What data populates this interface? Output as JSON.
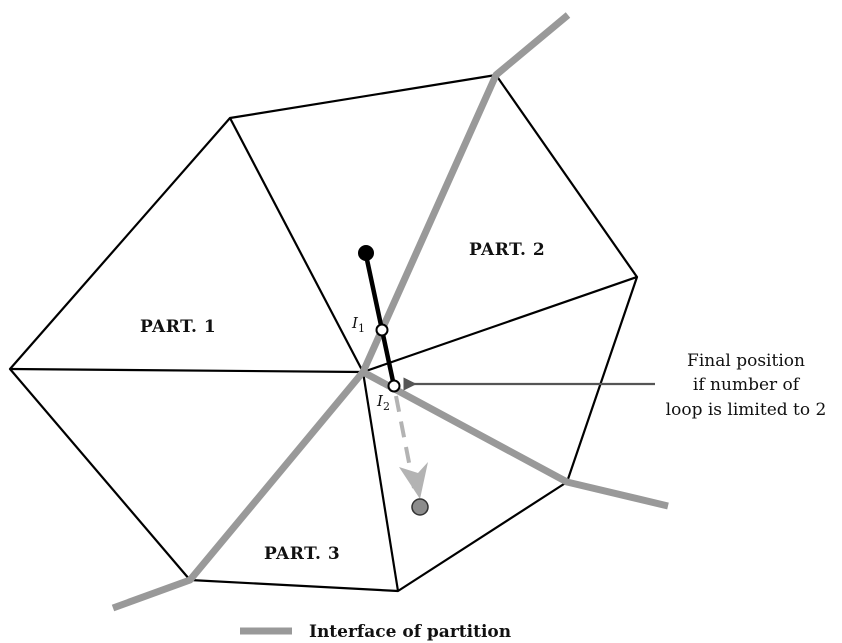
{
  "parts": [
    {
      "label": "PART. 1"
    },
    {
      "label": "PART. 2"
    },
    {
      "label": "PART. 3"
    }
  ],
  "intersections": [
    {
      "letter": "I",
      "sub": "1"
    },
    {
      "letter": "I",
      "sub": "2"
    }
  ],
  "annotation": {
    "lines": [
      "Final position",
      "if number of",
      "loop is limited to 2"
    ]
  },
  "legend": {
    "label": "Interface of partition"
  },
  "colors": {
    "mesh": "#000000",
    "interface": "#999999",
    "path": "#000000",
    "dashed_path": "#b3b3b3",
    "end_point": "#8c8c8c",
    "arrow": "#555555"
  }
}
